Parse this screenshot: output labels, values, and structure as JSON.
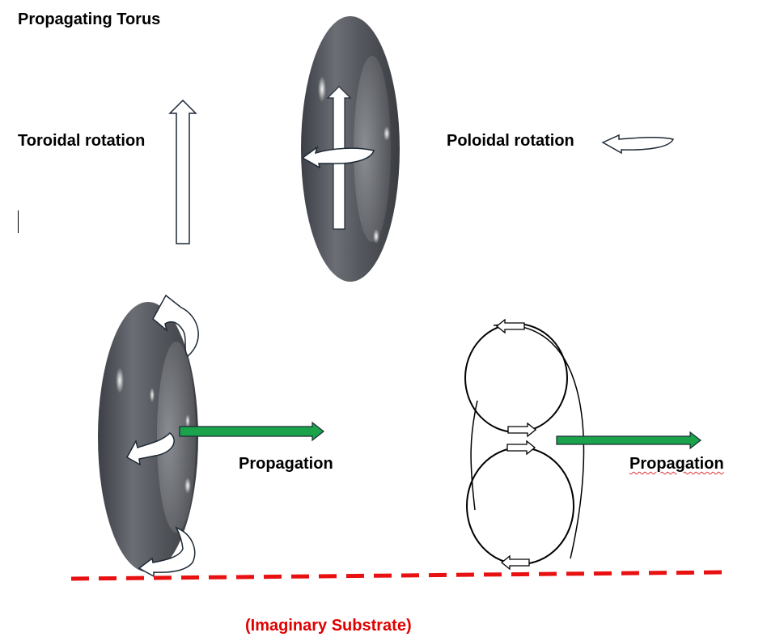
{
  "title": "Propagating Torus",
  "labels": {
    "toroidal": "Toroidal rotation",
    "poloidal": "Poloidal rotation",
    "propagation_left": "Propagation",
    "propagation_right": "Propagation",
    "substrate": "(Imaginary Substrate)"
  },
  "colors": {
    "torus": "#5a5d63",
    "propagation_arrow": "#1aa34a",
    "substrate_line": "#e81010",
    "substrate_text": "#e00000"
  }
}
